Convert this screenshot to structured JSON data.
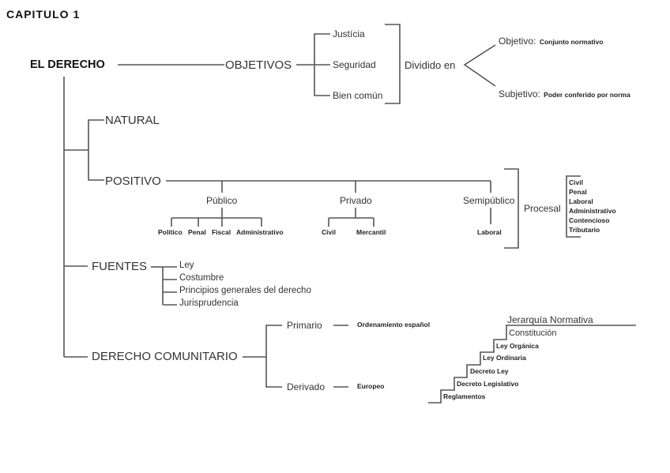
{
  "chapter_title": "CAPITULO 1",
  "root": "EL DERECHO",
  "objetivos": {
    "label": "OBJETIVOS",
    "items": [
      "Justícia",
      "Seguridad",
      "Bien común"
    ],
    "divided_label": "Dividido en",
    "objetivo": {
      "label": "Objetivo:",
      "desc": "Conjunto normativo"
    },
    "subjetivo": {
      "label": "Subjetivo:",
      "desc": "Poder conferido por norma"
    }
  },
  "natural": "NATURAL",
  "positivo": {
    "label": "POSITIVO",
    "publico": {
      "label": "Público",
      "items": [
        "Político",
        "Penal",
        "Fiscal",
        "Administrativo"
      ]
    },
    "privado": {
      "label": "Privado",
      "items": [
        "Civil",
        "Mercantil"
      ]
    },
    "semipublico": {
      "label": "Semipúblico",
      "items": [
        "Laboral"
      ]
    },
    "procesal": {
      "label": "Procesal",
      "items": [
        "Civil",
        "Penal",
        "Laboral",
        "Administrativo",
        "Contencioso",
        "Tributario"
      ]
    }
  },
  "fuentes": {
    "label": "FUENTES",
    "items": [
      "Ley",
      "Costumbre",
      "Principios generales del derecho",
      "Jurisprudencia"
    ]
  },
  "comunitario": {
    "label": "DERECHO COMUNITARIO",
    "primario": {
      "label": "Primario",
      "desc": "Ordenamiento español"
    },
    "derivado": {
      "label": "Derivado",
      "desc": "Europeo"
    }
  },
  "jerarquia": {
    "title": "Jerarquía Normativa",
    "steps": [
      "Constitución",
      "Ley Orgánica",
      "Ley Ordinaria",
      "Decreto Ley",
      "Decreto Legislativo",
      "Reglamentos"
    ]
  }
}
